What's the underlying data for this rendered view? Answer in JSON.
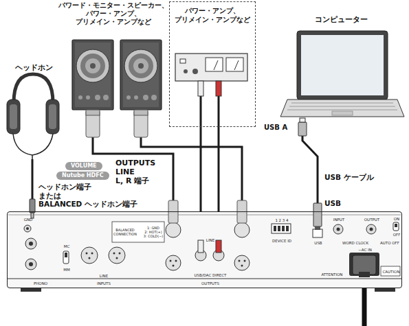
{
  "diagram": {
    "nodes": [
      {
        "text": [
          "パワード・モニター・スピーカー、 パワー・アンプ、 プリメイン・アンプなど"
        ]
      },
      {
        "text": [
          "パワー・アンプ、 プリメイン・アンプなど"
        ]
      },
      {
        "text": [
          "ヘッドホン"
        ]
      },
      {
        "text": [
          "コンピューター"
        ]
      },
      {
        "text": [
          "VOLUME"
        ]
      },
      {
        "text": [
          "Nutube HDFC"
        ]
      },
      {
        "text": [
          "GND",
          "PHONO",
          "MC",
          "MM",
          "LINE",
          "INPUTS",
          "BALANCED CONNECTION",
          "1: GND 2: HOT(+) 3: COLD(−)",
          "LINE",
          "USB/DAC DIRECT",
          "OUTPUTS",
          "1 2 3 4",
          "DEVICE ID",
          "USB",
          "INPUT",
          "OUTPUT",
          "WORD CLOCK",
          "ON",
          "OFF",
          "AUTO OFF",
          "~AC IN",
          "ATTENTION",
          "CAUTION"
        ]
      }
    ],
    "edges": [
      {
        "from": 0,
        "to": 6,
        "arrow": "none"
      },
      {
        "from": 1,
        "to": 6,
        "arrow": "none"
      },
      {
        "from": 2,
        "to": 6,
        "arrow": "none"
      },
      {
        "from": 3,
        "to": 6,
        "arrow": "none"
      }
    ],
    "labels": [
      "USB A",
      "USB ケーブル",
      "USB",
      "OUTPUTS LINE L, R 端子",
      "ヘッドホン端子 または BALANCED ヘッドホン端子"
    ]
  }
}
